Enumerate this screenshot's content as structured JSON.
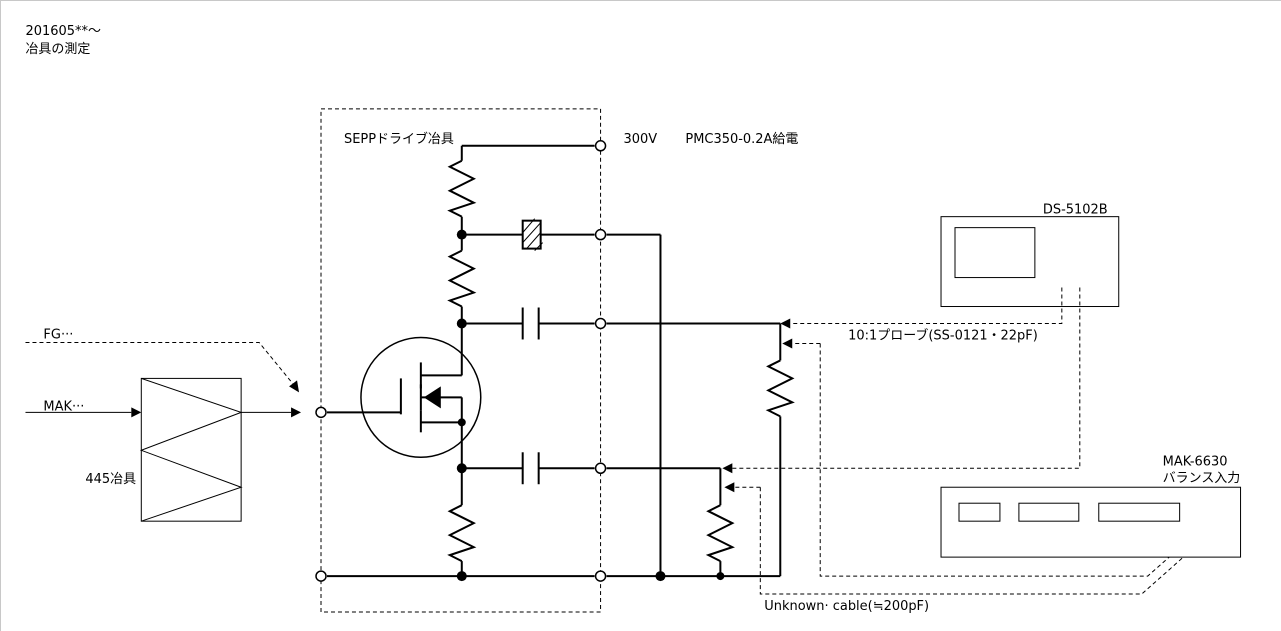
{
  "header": {
    "date": "201605**〜",
    "subtitle": "冶具の測定"
  },
  "labels": {
    "jig_box": "SEPPドライブ冶具",
    "supply_voltage": "300V",
    "supply": "PMC350-0.2A給電",
    "scope": "DS-5102B",
    "probe": "10:1プローブ(SS-0121・22pF)",
    "mak_model": "MAK-6630",
    "mak_input": "バランス入力",
    "cable": "Unknown· cable(≒200pF)",
    "fg": "FG···",
    "mak_in": "MAK···",
    "jig445": "445冶具"
  }
}
